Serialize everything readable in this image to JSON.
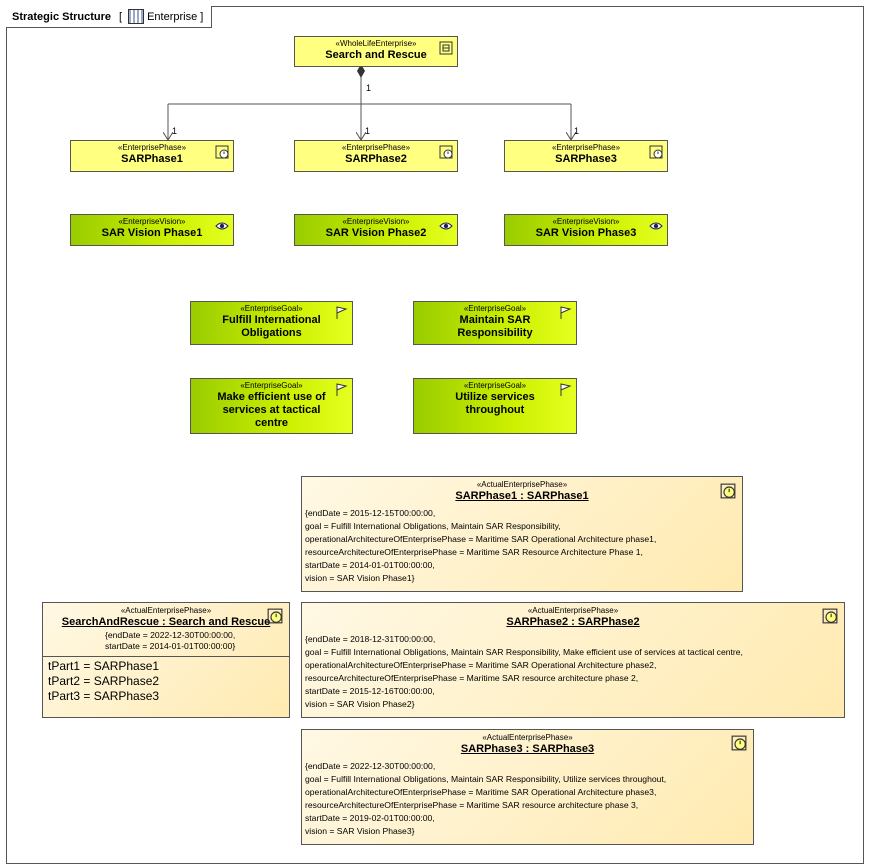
{
  "frame": {
    "title": "Strategic Structure",
    "context_label": "Enterprise",
    "bracket_open": "[",
    "bracket_close": "]"
  },
  "colors": {
    "yellow": "#ffff80",
    "green_start": "#99cc00",
    "green_end": "#e4ff20",
    "instance": "#ffeab0",
    "line": "#555555"
  },
  "root": {
    "stereotype": "«WholeLifeEnterprise»",
    "name": "Search and Rescue",
    "icon": "enterprise-icon"
  },
  "multiplicities": {
    "root_end": "1",
    "phase1_end": "1",
    "phase2_end": "1",
    "phase3_end": "1"
  },
  "phases": [
    {
      "stereotype": "«EnterprisePhase»",
      "name": "SARPhase1",
      "icon": "phase-clock-icon"
    },
    {
      "stereotype": "«EnterprisePhase»",
      "name": "SARPhase2",
      "icon": "phase-clock-icon"
    },
    {
      "stereotype": "«EnterprisePhase»",
      "name": "SARPhase3",
      "icon": "phase-clock-icon"
    }
  ],
  "visions": [
    {
      "stereotype": "«EnterpriseVision»",
      "name": "SAR Vision Phase1",
      "icon": "eye-icon"
    },
    {
      "stereotype": "«EnterpriseVision»",
      "name": "SAR Vision Phase2",
      "icon": "eye-icon"
    },
    {
      "stereotype": "«EnterpriseVision»",
      "name": "SAR Vision Phase3",
      "icon": "eye-icon"
    }
  ],
  "goals": [
    {
      "stereotype": "«EnterpriseGoal»",
      "line1": "Fulfill International",
      "line2": "Obligations",
      "line3": "",
      "icon": "flag-icon"
    },
    {
      "stereotype": "«EnterpriseGoal»",
      "line1": "Maintain SAR",
      "line2": "Responsibility",
      "line3": "",
      "icon": "flag-icon"
    },
    {
      "stereotype": "«EnterpriseGoal»",
      "line1": "Make efficient use of",
      "line2": "services at tactical",
      "line3": "centre",
      "icon": "flag-icon"
    },
    {
      "stereotype": "«EnterpriseGoal»",
      "line1": "Utilize services",
      "line2": "throughout",
      "line3": "",
      "icon": "flag-icon"
    }
  ],
  "instances": {
    "sar1": {
      "stereotype": "«ActualEnterprisePhase»",
      "name": "SARPhase1 : SARPhase1",
      "props": [
        "{endDate = 2015-12-15T00:00:00,",
        "goal = Fulfill International Obligations, Maintain SAR Responsibility,",
        "operationalArchitectureOfEnterprisePhase = Maritime SAR Operational Architecture phase1,",
        "resourceArchitectureOfEnterprisePhase = Maritime SAR Resource Architecture Phase 1,",
        "startDate = 2014-01-01T00:00:00,",
        "vision = SAR Vision Phase1}"
      ]
    },
    "sar2": {
      "stereotype": "«ActualEnterprisePhase»",
      "name": "SARPhase2 : SARPhase2",
      "props": [
        "{endDate = 2018-12-31T00:00:00,",
        "goal = Fulfill International Obligations, Maintain SAR Responsibility, Make efficient use of services at tactical centre,",
        "operationalArchitectureOfEnterprisePhase = Maritime SAR Operational Architecture phase2,",
        "resourceArchitectureOfEnterprisePhase = Maritime SAR resource architecture phase 2,",
        "startDate = 2015-12-16T00:00:00,",
        "vision = SAR Vision Phase2}"
      ]
    },
    "sar3": {
      "stereotype": "«ActualEnterprisePhase»",
      "name": "SARPhase3 : SARPhase3",
      "props": [
        "{endDate = 2022-12-30T00:00:00,",
        "goal = Fulfill International Obligations, Maintain SAR Responsibility, Utilize services throughout,",
        "operationalArchitectureOfEnterprisePhase = Maritime SAR Operational Architecture phase3,",
        "resourceArchitectureOfEnterprisePhase = Maritime SAR resource architecture phase 3,",
        "startDate = 2019-02-01T00:00:00,",
        "vision = SAR Vision Phase3}"
      ]
    },
    "search": {
      "stereotype": "«ActualEnterprisePhase»",
      "name": "SearchAndRescue : Search and Rescue",
      "props": [
        "{endDate = 2022-12-30T00:00:00,",
        "startDate = 2014-01-01T00:00:00}"
      ],
      "slots": [
        "tPart1 = SARPhase1",
        "tPart2 = SARPhase2",
        "tPart3 = SARPhase3"
      ]
    }
  }
}
